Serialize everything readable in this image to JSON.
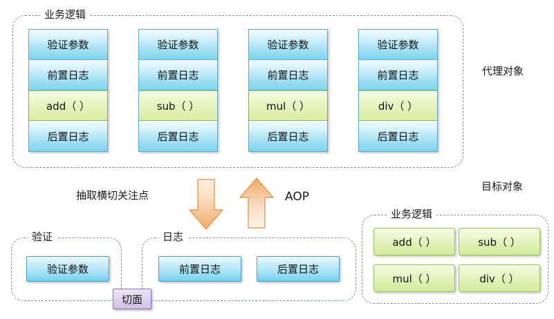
{
  "diagram": {
    "title_labels": {
      "proxy_object": "代理对象",
      "target_object": "目标对象",
      "extract_crosscutting": "抽取横切关注点",
      "aop": "AOP"
    },
    "proxy_group": {
      "label": "业务逻辑",
      "columns": [
        {
          "name": "add-column",
          "cells": [
            {
              "text": "验证参数",
              "kind": "blue"
            },
            {
              "text": "前置日志",
              "kind": "blue"
            },
            {
              "text": "add（ ）",
              "kind": "green"
            },
            {
              "text": "后置日志",
              "kind": "blue"
            }
          ]
        },
        {
          "name": "sub-column",
          "cells": [
            {
              "text": "验证参数",
              "kind": "blue"
            },
            {
              "text": "前置日志",
              "kind": "blue"
            },
            {
              "text": "sub（ ）",
              "kind": "green"
            },
            {
              "text": "后置日志",
              "kind": "blue"
            }
          ]
        },
        {
          "name": "mul-column",
          "cells": [
            {
              "text": "验证参数",
              "kind": "blue"
            },
            {
              "text": "前置日志",
              "kind": "blue"
            },
            {
              "text": "mul（ ）",
              "kind": "green"
            },
            {
              "text": "后置日志",
              "kind": "blue"
            }
          ]
        },
        {
          "name": "div-column",
          "cells": [
            {
              "text": "验证参数",
              "kind": "blue"
            },
            {
              "text": "前置日志",
              "kind": "blue"
            },
            {
              "text": "div（ ）",
              "kind": "green"
            },
            {
              "text": "后置日志",
              "kind": "blue"
            }
          ]
        }
      ]
    },
    "validation_group": {
      "label": "验证",
      "items": [
        "验证参数"
      ]
    },
    "logging_group": {
      "label": "日志",
      "items": [
        "前置日志",
        "后置日志"
      ]
    },
    "aspect_chip": {
      "label": "切面"
    },
    "target_group": {
      "label": "业务逻辑",
      "items": [
        "add（ ）",
        "sub（ ）",
        "mul（ ）",
        "div（ ）"
      ]
    },
    "arrows": [
      {
        "name": "down-arrow",
        "direction": "down"
      },
      {
        "name": "up-arrow",
        "direction": "up"
      }
    ],
    "colors": {
      "dashed_border": "#7b8fb5",
      "blue_fill": "#8ed7f0",
      "green_fill": "#d7eda2",
      "purple_fill": "#ded1ee",
      "arrow_orange": "#f0a868",
      "text": "#1a1a1a"
    }
  }
}
